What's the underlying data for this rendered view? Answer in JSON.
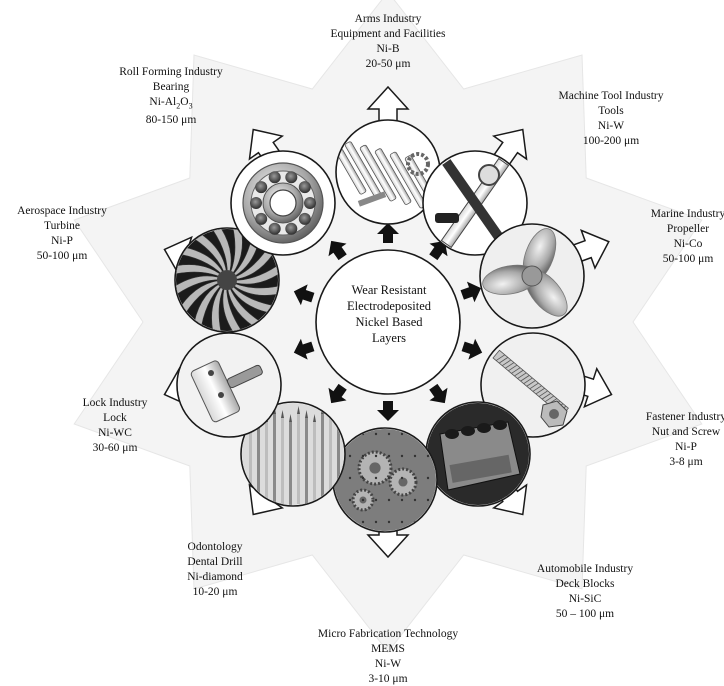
{
  "center": [
    "Wear Resistant",
    "Electrodeposited",
    "Nickel Based",
    "Layers"
  ],
  "industries": [
    {
      "id": "arms",
      "industry": "Arms Industry",
      "extra": "Equipment and Facilities",
      "application": "",
      "coating": "Ni-B",
      "thickness": "20-50 μm",
      "image": "gun-parts-icon"
    },
    {
      "id": "machine-tool",
      "industry": "Machine Tool  Industry",
      "application": "Tools",
      "coating": "Ni-W",
      "thickness": "100-200 μm",
      "image": "hand-tools-icon"
    },
    {
      "id": "marine",
      "industry": "Marine Industry",
      "application": "Propeller",
      "coating": "Ni-Co",
      "thickness": "50-100 μm",
      "image": "propeller-icon"
    },
    {
      "id": "fastener",
      "industry": "Fastener Industry",
      "application": "Nut and Screw",
      "coating": "Ni-P",
      "thickness": "3-8 μm",
      "image": "screw-nut-icon"
    },
    {
      "id": "automobile",
      "industry": "Automobile Industry",
      "application": "Deck Blocks",
      "coating": "Ni-SiC",
      "thickness": "50 – 100 μm",
      "image": "engine-block-icon"
    },
    {
      "id": "micro-fab",
      "industry": "Micro Fabrication Technology",
      "application": "MEMS",
      "coating": "Ni-W",
      "thickness": "3-10 μm",
      "image": "mems-gears-icon"
    },
    {
      "id": "odontology",
      "industry": "Odontology",
      "application": "Dental Drill",
      "coating": "Ni-diamond",
      "thickness": "10-20 μm",
      "image": "dental-drills-icon"
    },
    {
      "id": "lock",
      "industry": "Lock Industry",
      "application": "Lock",
      "coating": "Ni-WC",
      "thickness": "30-60 μm",
      "image": "door-lock-icon"
    },
    {
      "id": "aerospace",
      "industry": "Aerospace Industry",
      "application": "Turbine",
      "coating": "Ni-P",
      "thickness": "50-100 μm",
      "image": "turbine-icon"
    },
    {
      "id": "roll-forming",
      "industry": "Roll Forming Industry",
      "application": "Bearing",
      "coating": "Ni-Al2O3",
      "coating_parts": [
        "Ni-Al",
        "2",
        "O",
        "3"
      ],
      "thickness": "80-150 μm",
      "image": "ball-bearing-icon"
    }
  ]
}
